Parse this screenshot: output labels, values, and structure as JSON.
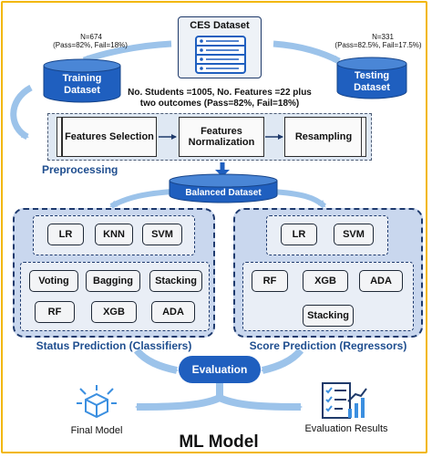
{
  "dataset": {
    "title": "CES Dataset",
    "stats": "No. Students =1005, No. Features =22 plus two outcomes  (Pass=82%, Fail=18%)"
  },
  "training": {
    "info_line1": "N=674",
    "info_line2": "(Pass=82%, Fail=18%)",
    "cylinder_line1": "Training",
    "cylinder_line2": "Dataset"
  },
  "testing": {
    "info_line1": "N=331",
    "info_line2": "(Pass=82.5%, Fail=17.5%)",
    "cylinder_line1": "Testing",
    "cylinder_line2": "Dataset"
  },
  "preprocessing": {
    "label": "Preprocessing",
    "steps": [
      "Features Selection",
      "Features Normalization",
      "Resampling"
    ]
  },
  "balanced_dataset": "Balanced  Dataset",
  "classifiers": {
    "label": "Status Prediction (Classifiers)",
    "base_models": [
      "LR",
      "KNN",
      "SVM"
    ],
    "ensemble_models": [
      "Voting",
      "Bagging",
      "Stacking",
      "RF",
      "XGB",
      "ADA"
    ]
  },
  "regressors": {
    "label": "Score Prediction (Regressors)",
    "base_models": [
      "LR",
      "SVM"
    ],
    "ensemble_models": [
      "RF",
      "XGB",
      "ADA",
      "Stacking"
    ]
  },
  "evaluation": "Evaluation",
  "final_model": "Final Model",
  "evaluation_results": "Evaluation Results",
  "footer_title": "ML Model",
  "colors": {
    "frame": "#f2b705",
    "primary_blue": "#1f5fbf",
    "arrow_blue": "#9cc3ea",
    "panel_bg": "#c9d7ee",
    "label_blue": "#1f4e8f"
  },
  "icons": [
    "database-icon",
    "box-model-icon",
    "checklist-chart-icon"
  ]
}
